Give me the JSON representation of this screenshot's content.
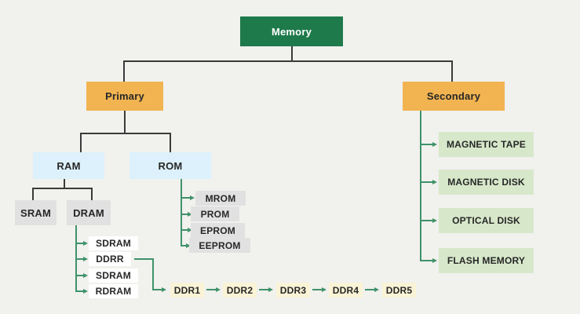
{
  "diagram_title": "Memory hierarchy tree",
  "colors": {
    "background": "#f1f1ee",
    "memory_fill": "#1e7a4b",
    "memory_text": "#ffffff",
    "orange_fill": "#f2b451",
    "blue_fill": "#dcf1fb",
    "gray_fill": "#e1e1e1",
    "white_fill": "#ffffff",
    "green_fill": "#d7e8ca",
    "cream_fill": "#faf3d6",
    "dark_line": "#3b3b3b",
    "green_line": "#3f9269",
    "text": "#272727"
  },
  "nodes": {
    "memory": {
      "label": "Memory"
    },
    "primary": {
      "label": "Primary"
    },
    "secondary": {
      "label": "Secondary"
    },
    "ram": {
      "label": "RAM"
    },
    "rom": {
      "label": "ROM"
    },
    "sram": {
      "label": "SRAM"
    },
    "dram": {
      "label": "DRAM"
    }
  },
  "rom_children": [
    {
      "label": "MROM"
    },
    {
      "label": "PROM"
    },
    {
      "label": "EPROM"
    },
    {
      "label": "EEPROM"
    }
  ],
  "dram_children": [
    {
      "label": "SDRAM"
    },
    {
      "label": "DDRR"
    },
    {
      "label": "SDRAM"
    },
    {
      "label": "RDRAM"
    }
  ],
  "ddr_sequence": [
    {
      "label": "DDR1"
    },
    {
      "label": "DDR2"
    },
    {
      "label": "DDR3"
    },
    {
      "label": "DDR4"
    },
    {
      "label": "DDR5"
    }
  ],
  "secondary_children": [
    {
      "label": "MAGNETIC TAPE"
    },
    {
      "label": "MAGNETIC DISK"
    },
    {
      "label": "OPTICAL DISK"
    },
    {
      "label": "FLASH MEMORY"
    }
  ]
}
